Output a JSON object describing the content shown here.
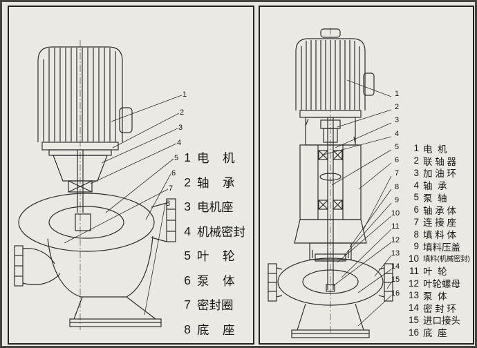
{
  "colors": {
    "paper": "#e8e7e2",
    "panel": "#eae9e4",
    "ink": "#2c2c2c",
    "text": "#161616"
  },
  "left": {
    "callouts": [
      "1",
      "2",
      "3",
      "4",
      "5",
      "6",
      "7",
      "8"
    ],
    "parts": [
      {
        "num": "1",
        "label": "电    机"
      },
      {
        "num": "2",
        "label": "轴    承"
      },
      {
        "num": "3",
        "label": "电机座"
      },
      {
        "num": "4",
        "label": "机械密封"
      },
      {
        "num": "5",
        "label": "叶    轮"
      },
      {
        "num": "6",
        "label": "泵    体"
      },
      {
        "num": "7",
        "label": "密封圈"
      },
      {
        "num": "8",
        "label": "底    座"
      }
    ]
  },
  "right": {
    "callouts": [
      "1",
      "2",
      "3",
      "4",
      "5",
      "6",
      "7",
      "8",
      "9",
      "10",
      "11",
      "12",
      "13",
      "14",
      "15",
      "16"
    ],
    "parts": [
      {
        "num": "1",
        "label": "电  机"
      },
      {
        "num": "2",
        "label": "联 轴 器"
      },
      {
        "num": "3",
        "label": "加 油 环"
      },
      {
        "num": "4",
        "label": "轴  承"
      },
      {
        "num": "5",
        "label": "泵  轴"
      },
      {
        "num": "6",
        "label": "轴 承 体"
      },
      {
        "num": "7",
        "label": "连 接 座"
      },
      {
        "num": "8",
        "label": "填 料 体"
      },
      {
        "num": "9",
        "label": "填料压盖"
      },
      {
        "num": "10",
        "label": "填料(机械密封)"
      },
      {
        "num": "11",
        "label": "叶  轮"
      },
      {
        "num": "12",
        "label": "叶轮螺母"
      },
      {
        "num": "13",
        "label": "泵  体"
      },
      {
        "num": "14",
        "label": "密 封 环"
      },
      {
        "num": "15",
        "label": "进口接头"
      },
      {
        "num": "16",
        "label": "底  座"
      }
    ]
  }
}
